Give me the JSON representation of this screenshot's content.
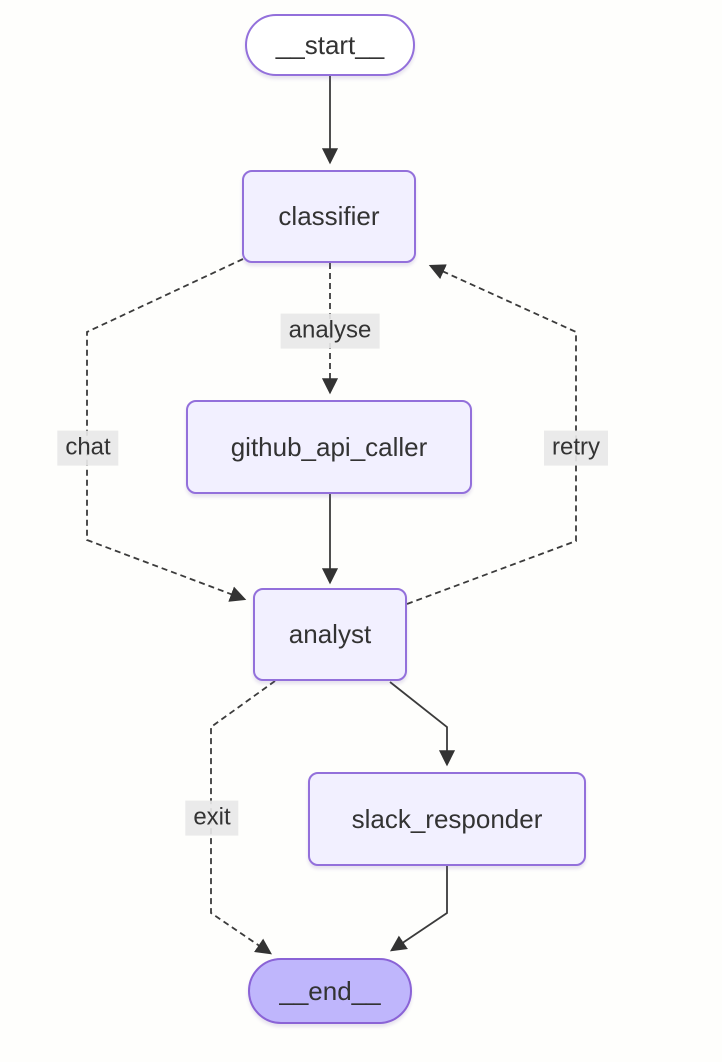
{
  "diagram": {
    "type": "state-graph-flowchart",
    "nodes": [
      {
        "id": "start",
        "label": "__start__",
        "shape": "stadium"
      },
      {
        "id": "classifier",
        "label": "classifier",
        "shape": "rect"
      },
      {
        "id": "github_api_caller",
        "label": "github_api_caller",
        "shape": "rect"
      },
      {
        "id": "analyst",
        "label": "analyst",
        "shape": "rect"
      },
      {
        "id": "slack_responder",
        "label": "slack_responder",
        "shape": "rect"
      },
      {
        "id": "end",
        "label": "__end__",
        "shape": "stadium"
      }
    ],
    "edges": [
      {
        "from": "__start__",
        "to": "classifier",
        "style": "solid",
        "label": ""
      },
      {
        "from": "classifier",
        "to": "github_api_caller",
        "style": "dashed",
        "label": "analyse"
      },
      {
        "from": "classifier",
        "to": "analyst",
        "style": "dashed",
        "label": "chat"
      },
      {
        "from": "github_api_caller",
        "to": "analyst",
        "style": "solid",
        "label": ""
      },
      {
        "from": "analyst",
        "to": "classifier",
        "style": "dashed",
        "label": "retry"
      },
      {
        "from": "analyst",
        "to": "slack_responder",
        "style": "solid",
        "label": ""
      },
      {
        "from": "analyst",
        "to": "__end__",
        "style": "dashed",
        "label": "exit"
      },
      {
        "from": "slack_responder",
        "to": "__end__",
        "style": "solid",
        "label": ""
      }
    ],
    "colors": {
      "node_fill": "#f2f0ff",
      "node_border": "#9370db",
      "start_fill": "#ffffff",
      "end_fill": "#bfb6fc",
      "end_border": "#8a63d6",
      "edge_stroke": "#3b3b3b",
      "edge_label_bg": "#e8e8e8",
      "text": "#333333",
      "background": "#fefefc"
    }
  }
}
